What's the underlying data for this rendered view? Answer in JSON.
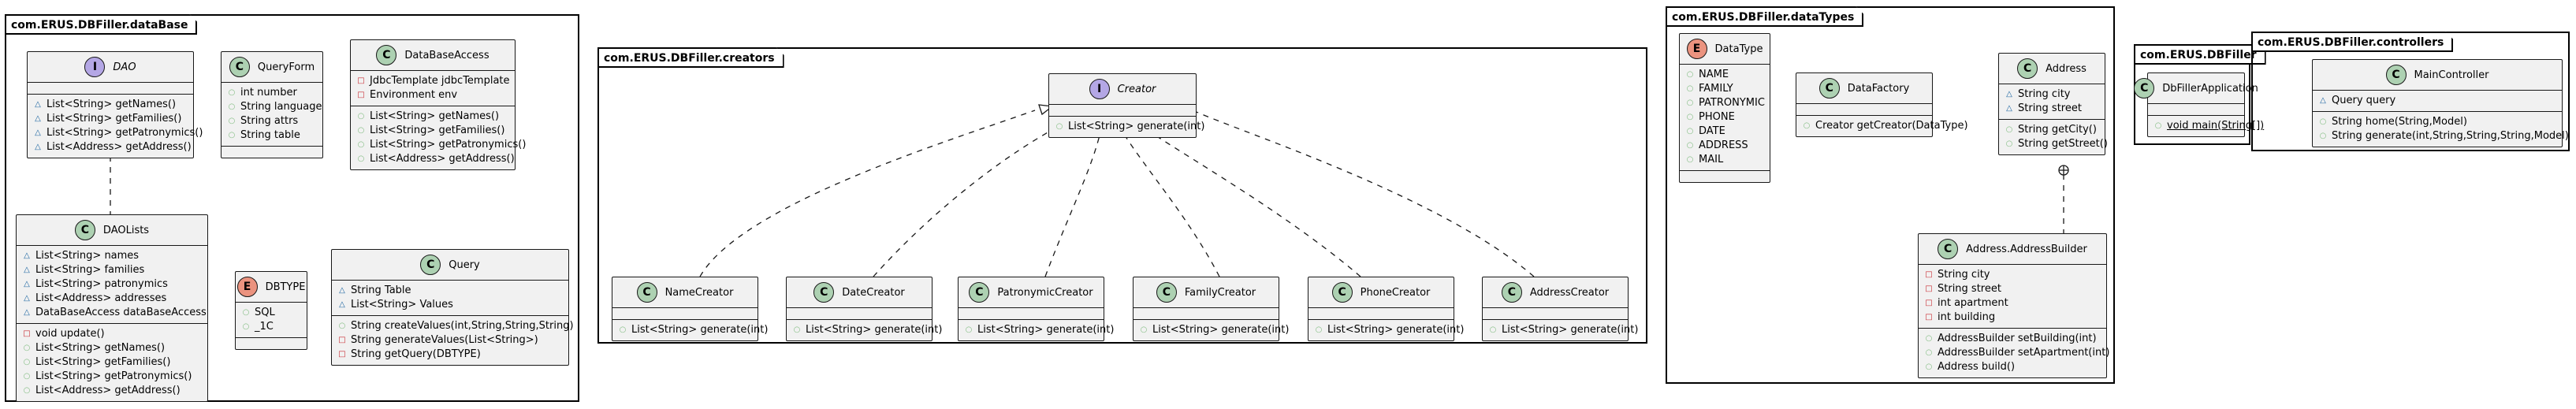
{
  "packages": {
    "database": "com.ERUS.DBFiller.dataBase",
    "creators": "com.ERUS.DBFiller.creators",
    "dataTypes": "com.ERUS.DBFiller.dataTypes",
    "root": "com.ERUS.DBFiller",
    "controllers": "com.ERUS.DBFiller.controllers"
  },
  "classes": {
    "DAO": {
      "name": "DAO",
      "kind": "interface",
      "badge": "I",
      "fields": [],
      "methods": [
        {
          "vis": "package",
          "text": "List<String> getNames()"
        },
        {
          "vis": "package",
          "text": "List<String> getFamilies()"
        },
        {
          "vis": "package",
          "text": "List<String> getPatronymics()"
        },
        {
          "vis": "package",
          "text": "List<Address> getAddress()"
        }
      ]
    },
    "QueryForm": {
      "name": "QueryForm",
      "kind": "class",
      "badge": "C",
      "fields": [
        {
          "vis": "public",
          "text": "int number"
        },
        {
          "vis": "public",
          "text": "String language"
        },
        {
          "vis": "public",
          "text": "String attrs"
        },
        {
          "vis": "public",
          "text": "String table"
        }
      ],
      "methods": []
    },
    "DataBaseAccess": {
      "name": "DataBaseAccess",
      "kind": "class",
      "badge": "C",
      "fields": [
        {
          "vis": "private",
          "text": "JdbcTemplate jdbcTemplate"
        },
        {
          "vis": "private",
          "text": "Environment env"
        }
      ],
      "methods": [
        {
          "vis": "public",
          "text": "List<String> getNames()"
        },
        {
          "vis": "public",
          "text": "List<String> getFamilies()"
        },
        {
          "vis": "public",
          "text": "List<String> getPatronymics()"
        },
        {
          "vis": "public",
          "text": "List<Address> getAddress()"
        }
      ]
    },
    "DAOLists": {
      "name": "DAOLists",
      "kind": "class",
      "badge": "C",
      "fields": [
        {
          "vis": "package",
          "text": "List<String> names"
        },
        {
          "vis": "package",
          "text": "List<String> families"
        },
        {
          "vis": "package",
          "text": "List<String> patronymics"
        },
        {
          "vis": "package",
          "text": "List<Address> addresses"
        },
        {
          "vis": "package",
          "text": "DataBaseAccess dataBaseAccess"
        }
      ],
      "methods": [
        {
          "vis": "private",
          "text": "void update()"
        },
        {
          "vis": "public",
          "text": "List<String> getNames()"
        },
        {
          "vis": "public",
          "text": "List<String> getFamilies()"
        },
        {
          "vis": "public",
          "text": "List<String> getPatronymics()"
        },
        {
          "vis": "public",
          "text": "List<Address> getAddress()"
        }
      ]
    },
    "DBTYPE": {
      "name": "DBTYPE",
      "kind": "enum",
      "badge": "E",
      "fields": [
        {
          "vis": "public",
          "text": "SQL"
        },
        {
          "vis": "public",
          "text": "_1C"
        }
      ],
      "methods": []
    },
    "Query": {
      "name": "Query",
      "kind": "class",
      "badge": "C",
      "fields": [
        {
          "vis": "package",
          "text": "String Table"
        },
        {
          "vis": "package",
          "text": "List<String> Values"
        }
      ],
      "methods": [
        {
          "vis": "public",
          "text": "String createValues(int,String,String,String)"
        },
        {
          "vis": "private",
          "text": "String generateValues(List<String>)"
        },
        {
          "vis": "private",
          "text": "String getQuery(DBTYPE)"
        }
      ]
    },
    "Creator": {
      "name": "Creator",
      "kind": "interface",
      "badge": "I",
      "fields": [],
      "methods": [
        {
          "vis": "public",
          "text": "List<String> generate(int)"
        }
      ]
    },
    "NameCreator": {
      "name": "NameCreator",
      "kind": "class",
      "badge": "C",
      "fields": [],
      "methods": [
        {
          "vis": "public",
          "text": "List<String> generate(int)"
        }
      ]
    },
    "DateCreator": {
      "name": "DateCreator",
      "kind": "class",
      "badge": "C",
      "fields": [],
      "methods": [
        {
          "vis": "public",
          "text": "List<String> generate(int)"
        }
      ]
    },
    "PatronymicCreator": {
      "name": "PatronymicCreator",
      "kind": "class",
      "badge": "C",
      "fields": [],
      "methods": [
        {
          "vis": "public",
          "text": "List<String> generate(int)"
        }
      ]
    },
    "FamilyCreator": {
      "name": "FamilyCreator",
      "kind": "class",
      "badge": "C",
      "fields": [],
      "methods": [
        {
          "vis": "public",
          "text": "List<String> generate(int)"
        }
      ]
    },
    "PhoneCreator": {
      "name": "PhoneCreator",
      "kind": "class",
      "badge": "C",
      "fields": [],
      "methods": [
        {
          "vis": "public",
          "text": "List<String> generate(int)"
        }
      ]
    },
    "AddressCreator": {
      "name": "AddressCreator",
      "kind": "class",
      "badge": "C",
      "fields": [],
      "methods": [
        {
          "vis": "public",
          "text": "List<String> generate(int)"
        }
      ]
    },
    "DataType": {
      "name": "DataType",
      "kind": "enum",
      "badge": "E",
      "fields": [
        {
          "vis": "public",
          "text": "NAME"
        },
        {
          "vis": "public",
          "text": "FAMILY"
        },
        {
          "vis": "public",
          "text": "PATRONYMIC"
        },
        {
          "vis": "public",
          "text": "PHONE"
        },
        {
          "vis": "public",
          "text": "DATE"
        },
        {
          "vis": "public",
          "text": "ADDRESS"
        },
        {
          "vis": "public",
          "text": "MAIL"
        }
      ],
      "methods": []
    },
    "DataFactory": {
      "name": "DataFactory",
      "kind": "class",
      "badge": "C",
      "fields": [],
      "methods": [
        {
          "vis": "public",
          "text": "Creator getCreator(DataType)"
        }
      ]
    },
    "Address": {
      "name": "Address",
      "kind": "class",
      "badge": "C",
      "fields": [
        {
          "vis": "package",
          "text": "String city"
        },
        {
          "vis": "package",
          "text": "String street"
        }
      ],
      "methods": [
        {
          "vis": "public",
          "text": "String getCity()"
        },
        {
          "vis": "public",
          "text": "String getStreet()"
        }
      ]
    },
    "AddressBuilder": {
      "name": "Address.AddressBuilder",
      "kind": "class",
      "badge": "C",
      "fields": [
        {
          "vis": "private",
          "text": "String city"
        },
        {
          "vis": "private",
          "text": "String street"
        },
        {
          "vis": "private",
          "text": "int apartment"
        },
        {
          "vis": "private",
          "text": "int building"
        }
      ],
      "methods": [
        {
          "vis": "public",
          "text": "AddressBuilder setBuilding(int)"
        },
        {
          "vis": "public",
          "text": "AddressBuilder setApartment(int)"
        },
        {
          "vis": "public",
          "text": "Address build()"
        }
      ]
    },
    "DbFillerApplication": {
      "name": "DbFillerApplication",
      "kind": "class",
      "badge": "C",
      "fields": [],
      "methods": [
        {
          "vis": "public",
          "text": "void main(String[])",
          "static": true
        }
      ]
    },
    "MainController": {
      "name": "MainController",
      "kind": "class",
      "badge": "C",
      "fields": [
        {
          "vis": "package",
          "text": "Query query"
        }
      ],
      "methods": [
        {
          "vis": "public",
          "text": "String home(String,Model)"
        },
        {
          "vis": "public",
          "text": "String generate(int,String,String,String,Model)"
        }
      ]
    }
  },
  "colors": {
    "class_badge": "#add1b2",
    "interface_badge": "#b4a7e5",
    "enum_badge": "#eb937f",
    "box_fill": "#f1f1f1",
    "public": "#84be84",
    "package": "#1963a0",
    "private": "#c82930"
  }
}
